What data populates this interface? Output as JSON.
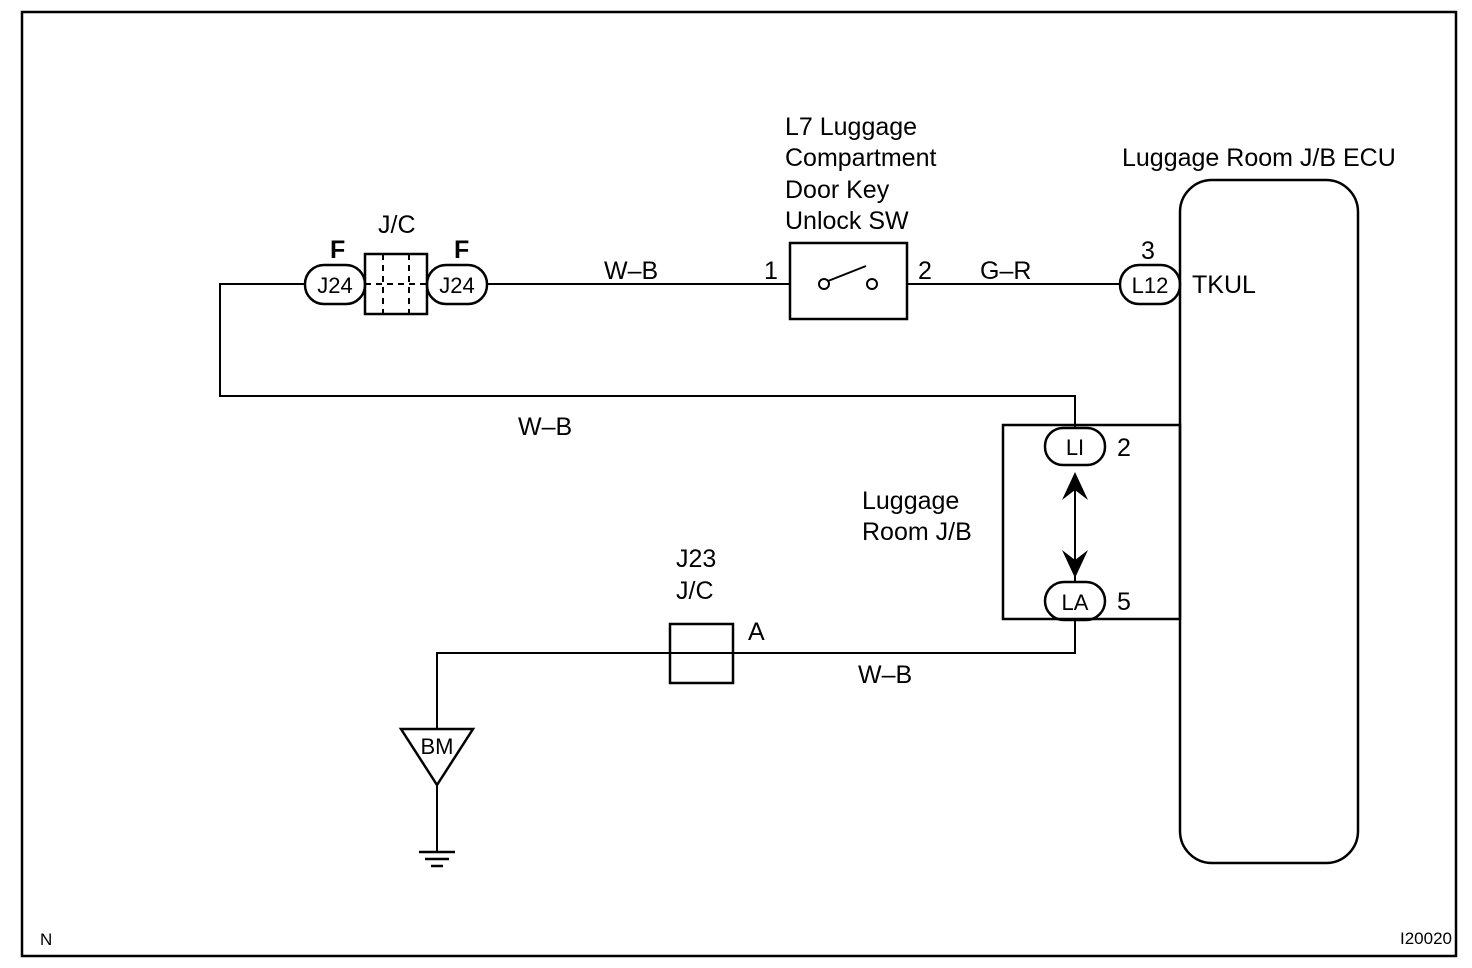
{
  "frame": {
    "corner_left": "N",
    "corner_right": "I20020"
  },
  "ecu": {
    "title": "Luggage Room J/B ECU",
    "terminal_name": "TKUL"
  },
  "switch": {
    "title_lines": [
      "L7 Luggage",
      "Compartment",
      "Door Key",
      "Unlock SW"
    ],
    "pin_left": "1",
    "pin_right": "2"
  },
  "junction_connector_j24": {
    "title": "J/C",
    "left_code": "J24",
    "right_code": "J24",
    "left_pin": "F",
    "right_pin": "F"
  },
  "junction_connector_j23": {
    "title_line1": "J23",
    "title_line2": "J/C",
    "pin": "A"
  },
  "connector_l12": {
    "code": "L12",
    "pin": "3"
  },
  "luggage_room_jb": {
    "title_line1": "Luggage",
    "title_line2": "Room J/B",
    "upper_code": "LI",
    "upper_pin": "2",
    "lower_code": "LA",
    "lower_pin": "5"
  },
  "ground": {
    "code": "BM"
  },
  "wires": {
    "j24_to_switch": "W–B",
    "switch_to_ecu": "G–R",
    "loop_return": "W–B",
    "ground_line": "W–B"
  }
}
